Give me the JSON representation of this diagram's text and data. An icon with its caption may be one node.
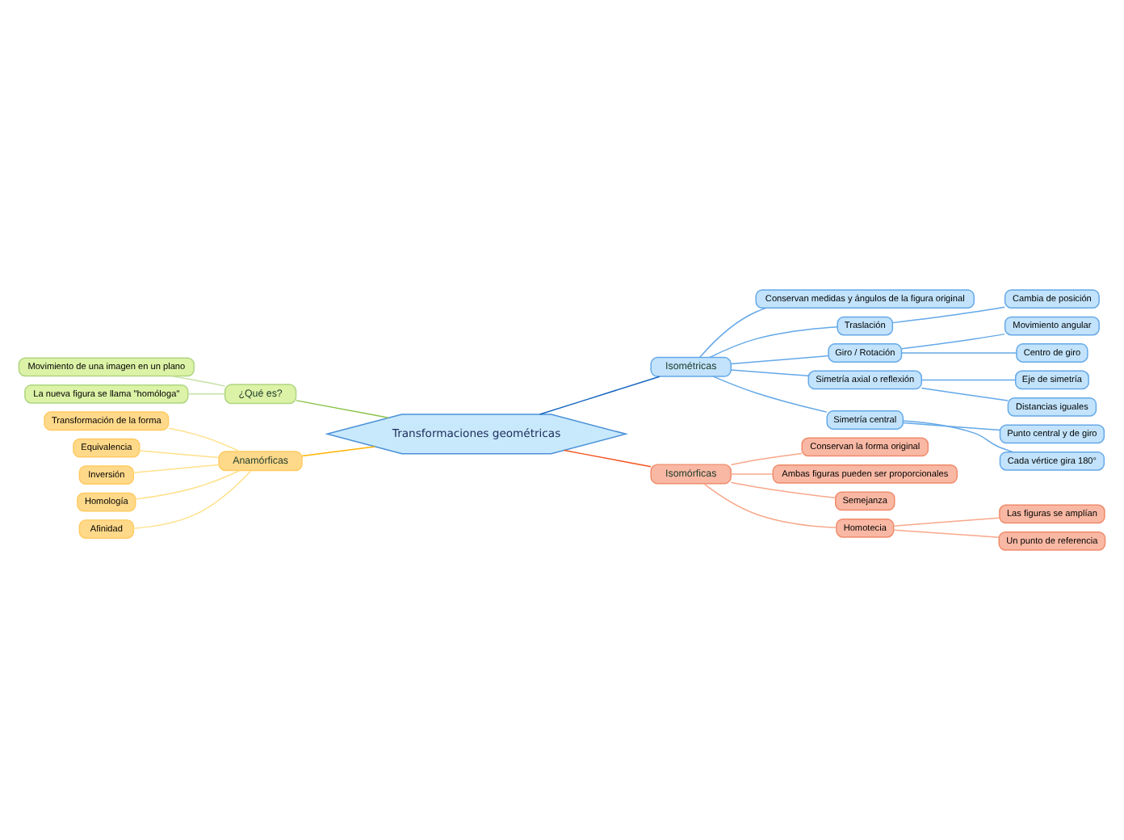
{
  "diagram": {
    "nodes": [
      {
        "text": [
          "Transformaciones geométricas"
        ]
      },
      {
        "text": [
          "¿Qué es?"
        ]
      },
      {
        "text": [
          "Movimiento de una imagen en un plano"
        ]
      },
      {
        "text": [
          "La nueva figura se llama \"homóloga\""
        ]
      },
      {
        "text": [
          "Anamórficas"
        ]
      },
      {
        "text": [
          "Transformación de la forma"
        ]
      },
      {
        "text": [
          "Equivalencia"
        ]
      },
      {
        "text": [
          "Inversión"
        ]
      },
      {
        "text": [
          "Homología"
        ]
      },
      {
        "text": [
          "Afinidad"
        ]
      },
      {
        "text": [
          "Isométricas"
        ]
      },
      {
        "text": [
          "Conservan medidas y ángulos de la figura original"
        ]
      },
      {
        "text": [
          "Traslación"
        ]
      },
      {
        "text": [
          "Cambia de posición"
        ]
      },
      {
        "text": [
          "Giro / Rotación"
        ]
      },
      {
        "text": [
          "Movimiento angular"
        ]
      },
      {
        "text": [
          "Centro de giro"
        ]
      },
      {
        "text": [
          "Simetría axial o reflexión"
        ]
      },
      {
        "text": [
          "Eje de simetría"
        ]
      },
      {
        "text": [
          "Distancias iguales"
        ]
      },
      {
        "text": [
          "Simetría central"
        ]
      },
      {
        "text": [
          "Punto central y de giro"
        ]
      },
      {
        "text": [
          "Cada vértice gira 180°"
        ]
      },
      {
        "text": [
          "Isomórficas"
        ]
      },
      {
        "text": [
          "Conservan la forma original"
        ]
      },
      {
        "text": [
          "Ambas figuras pueden ser proporcionales"
        ]
      },
      {
        "text": [
          "Semejanza"
        ]
      },
      {
        "text": [
          "Homotecia"
        ]
      },
      {
        "text": [
          "Las figuras se amplían"
        ]
      },
      {
        "text": [
          "Un punto de referencia"
        ]
      }
    ],
    "edges": [
      {
        "from": 1,
        "to": 0,
        "arrow": "none",
        "color": "#8bc34a"
      },
      {
        "from": 2,
        "to": 1,
        "arrow": "none",
        "color": "#c5e1a5"
      },
      {
        "from": 3,
        "to": 1,
        "arrow": "none",
        "color": "#c5e1a5"
      },
      {
        "from": 4,
        "to": 0,
        "arrow": "none",
        "color": "#ffb300"
      },
      {
        "from": 5,
        "to": 4,
        "arrow": "none",
        "color": "#ffe08a"
      },
      {
        "from": 6,
        "to": 4,
        "arrow": "none",
        "color": "#ffe08a"
      },
      {
        "from": 7,
        "to": 4,
        "arrow": "none",
        "color": "#ffe08a"
      },
      {
        "from": 8,
        "to": 4,
        "arrow": "none",
        "color": "#ffe08a"
      },
      {
        "from": 9,
        "to": 4,
        "arrow": "none",
        "color": "#ffe08a"
      },
      {
        "from": 0,
        "to": 10,
        "arrow": "none",
        "color": "#1565c0"
      },
      {
        "from": 10,
        "to": 11,
        "arrow": "none",
        "color": "#64a8e8"
      },
      {
        "from": 10,
        "to": 12,
        "arrow": "none",
        "color": "#64a8e8"
      },
      {
        "from": 12,
        "to": 13,
        "arrow": "none",
        "color": "#64a8e8"
      },
      {
        "from": 10,
        "to": 14,
        "arrow": "none",
        "color": "#64a8e8"
      },
      {
        "from": 14,
        "to": 15,
        "arrow": "none",
        "color": "#64a8e8"
      },
      {
        "from": 14,
        "to": 16,
        "arrow": "none",
        "color": "#64a8e8"
      },
      {
        "from": 10,
        "to": 17,
        "arrow": "none",
        "color": "#64a8e8"
      },
      {
        "from": 17,
        "to": 18,
        "arrow": "none",
        "color": "#64a8e8"
      },
      {
        "from": 17,
        "to": 19,
        "arrow": "none",
        "color": "#64a8e8"
      },
      {
        "from": 10,
        "to": 20,
        "arrow": "none",
        "color": "#64a8e8"
      },
      {
        "from": 20,
        "to": 21,
        "arrow": "none",
        "color": "#64a8e8"
      },
      {
        "from": 20,
        "to": 22,
        "arrow": "none",
        "color": "#64a8e8"
      },
      {
        "from": 0,
        "to": 23,
        "arrow": "none",
        "color": "#f4511e"
      },
      {
        "from": 23,
        "to": 24,
        "arrow": "none",
        "color": "#f8a88b"
      },
      {
        "from": 23,
        "to": 25,
        "arrow": "none",
        "color": "#f8a88b"
      },
      {
        "from": 23,
        "to": 26,
        "arrow": "none",
        "color": "#f8a88b"
      },
      {
        "from": 23,
        "to": 27,
        "arrow": "none",
        "color": "#f8a88b"
      },
      {
        "from": 27,
        "to": 28,
        "arrow": "none",
        "color": "#f8a88b"
      },
      {
        "from": 27,
        "to": 29,
        "arrow": "none",
        "color": "#f8a88b"
      }
    ]
  }
}
